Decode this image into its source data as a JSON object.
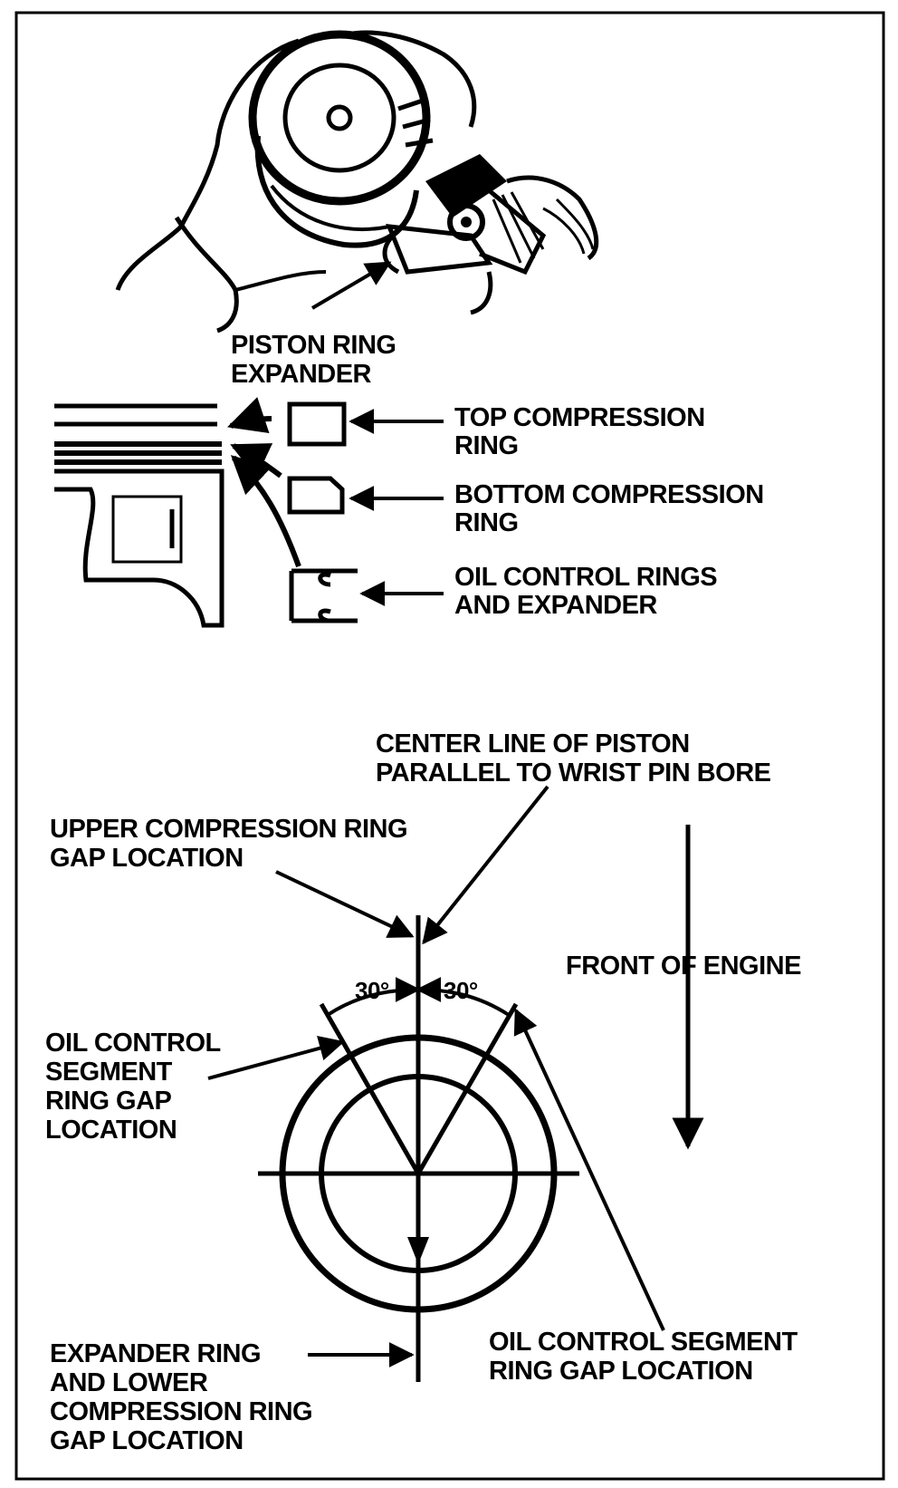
{
  "labels": {
    "piston_ring_expander": [
      "PISTON RING",
      "EXPANDER"
    ],
    "top_compression_ring": [
      "TOP COMPRESSION",
      "RING"
    ],
    "bottom_compression_ring": [
      "BOTTOM COMPRESSION",
      "RING"
    ],
    "oil_control_rings": [
      "OIL CONTROL RINGS",
      "AND EXPANDER"
    ],
    "center_line": [
      "CENTER LINE OF PISTON",
      "PARALLEL TO WRIST PIN BORE"
    ],
    "upper_compression_gap": [
      "UPPER COMPRESSION RING",
      "GAP LOCATION"
    ],
    "front_of_engine": "FRONT OF ENGINE",
    "oil_segment_gap_left": [
      "OIL CONTROL",
      "SEGMENT",
      "RING GAP",
      "LOCATION"
    ],
    "oil_segment_gap_right": [
      "OIL CONTROL SEGMENT",
      "RING GAP LOCATION"
    ],
    "expander_lower_gap": [
      "EXPANDER RING",
      "AND LOWER",
      "COMPRESSION RING",
      "GAP LOCATION"
    ],
    "angle_left": "30°",
    "angle_right": "30°"
  }
}
